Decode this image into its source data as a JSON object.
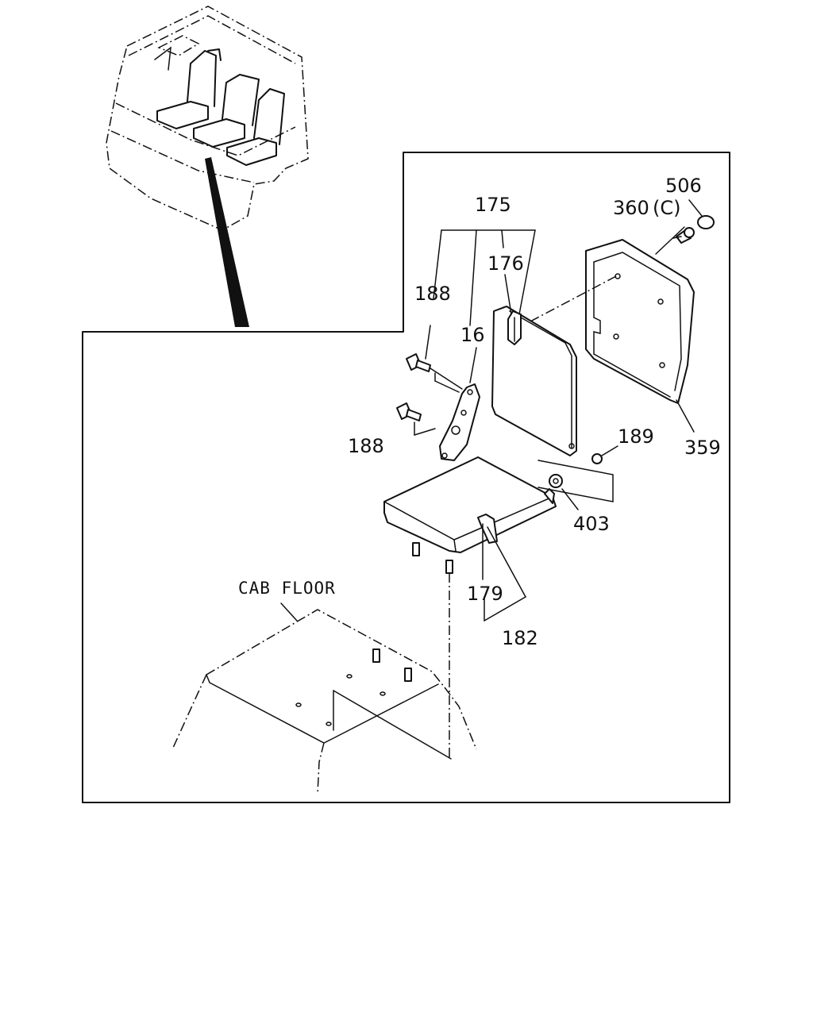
{
  "labels": {
    "p506": "506",
    "p360": "360",
    "p360_suffix": "(C)",
    "p175": "175",
    "p176": "176",
    "p188_top": "188",
    "p16": "16",
    "p188_bottom": "188",
    "p189": "189",
    "p359": "359",
    "p403": "403",
    "p179": "179",
    "p182": "182",
    "cab_floor": "CAB FLOOR"
  },
  "icons": {
    "overview": "cab-overview-icon",
    "floor": "cab-floor-icon"
  }
}
